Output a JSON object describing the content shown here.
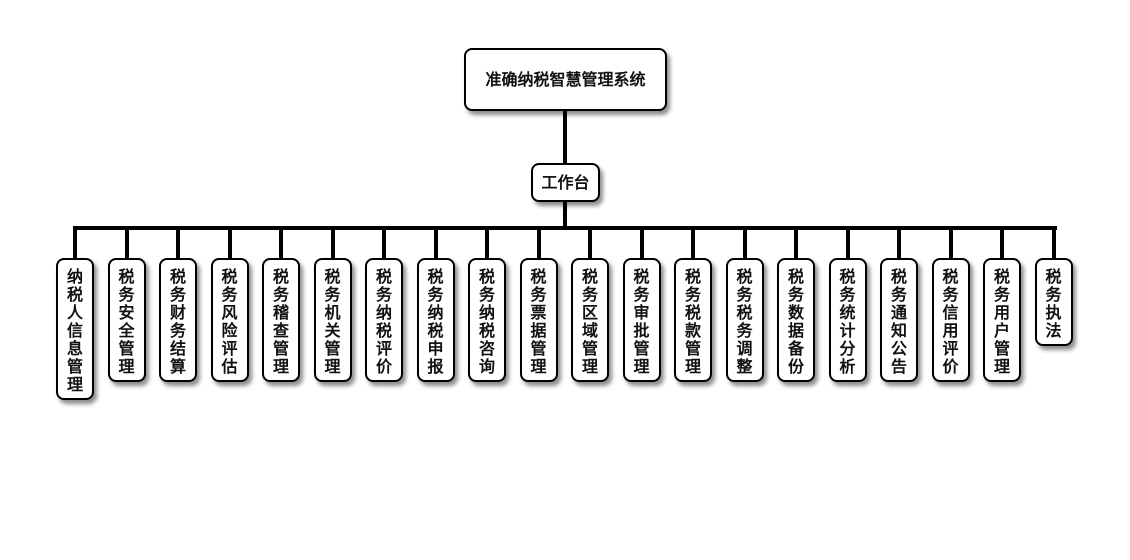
{
  "root": {
    "label": "准确纳税智慧管理系统"
  },
  "hub": {
    "label": "工作台"
  },
  "children": [
    "纳税人信息管理",
    "税务安全管理",
    "税务财务结算",
    "税务风险评估",
    "税务稽查管理",
    "税务机关管理",
    "税务纳税评价",
    "税务纳税申报",
    "税务纳税咨询",
    "税务票据管理",
    "税务区域管理",
    "税务审批管理",
    "税务税款管理",
    "税务税务调整",
    "税务数据备份",
    "税务统计分析",
    "税务通知公告",
    "税务信用评价",
    "税务用户管理",
    "税务执法"
  ]
}
